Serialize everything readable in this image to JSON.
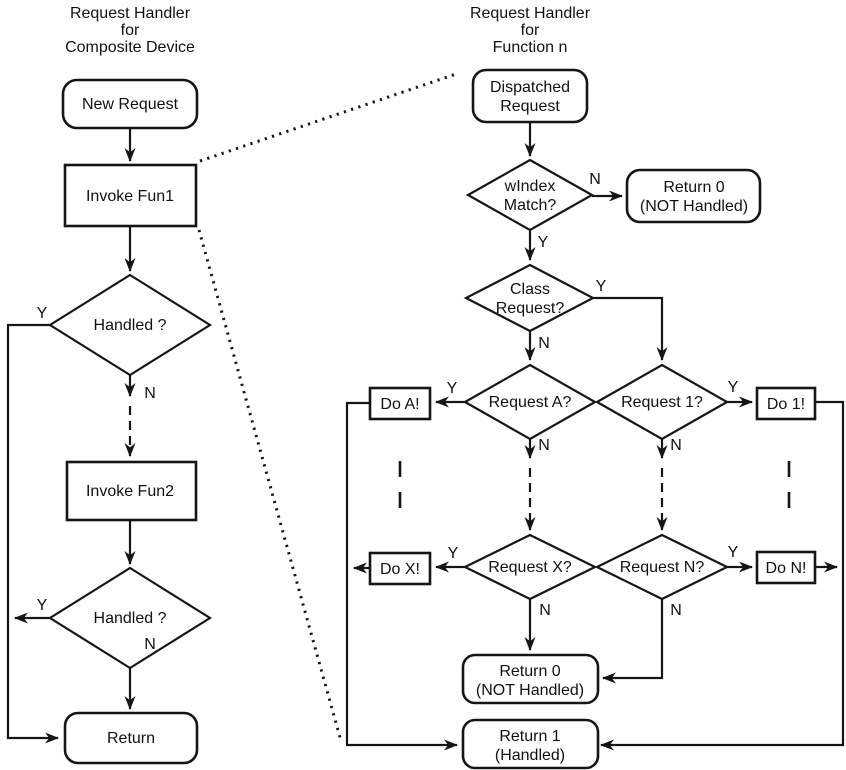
{
  "colors": {
    "stroke": "#151515",
    "background": "#ffffff"
  },
  "branch_labels": {
    "yes": "Y",
    "no": "N"
  },
  "left_chart": {
    "title_line1": "Request Handler",
    "title_line2": "for",
    "title_line3": "Composite Device",
    "nodes": {
      "new_request": "New Request",
      "invoke_fun1": "Invoke Fun1",
      "handled_1": "Handled ?",
      "invoke_fun2": "Invoke Fun2",
      "handled_2": "Handled ?",
      "return_end": "Return"
    }
  },
  "right_chart": {
    "title_line1": "Request Handler",
    "title_line2": "for",
    "title_line3": "Function n",
    "nodes": {
      "dispatched_line1": "Dispatched",
      "dispatched_line2": "Request",
      "windex_line1": "wIndex",
      "windex_line2": "Match?",
      "return0_top_line1": "Return 0",
      "return0_top_line2": "(NOT Handled)",
      "class_line1": "Class",
      "class_line2": "Request?",
      "request_a": "Request A?",
      "request_1": "Request 1?",
      "do_a": "Do A!",
      "do_1": "Do 1!",
      "request_x": "Request X?",
      "request_n": "Request N?",
      "do_x": "Do X!",
      "do_n": "Do N!",
      "return0_bottom_line1": "Return 0",
      "return0_bottom_line2": "(NOT Handled)",
      "return1_line1": "Return 1",
      "return1_line2": "(Handled)"
    }
  }
}
